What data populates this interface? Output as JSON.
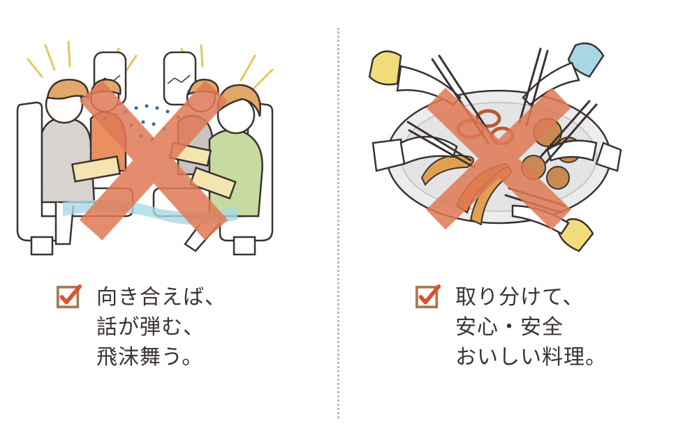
{
  "left_panel": {
    "caption_lines": [
      "向き合えば、",
      "話が弾む、",
      "飛沫舞う。"
    ],
    "checkbox_icon": "checked-box-icon",
    "illustration_icon": "people-eating-facing-on-train-crossed-out"
  },
  "right_panel": {
    "caption_lines": [
      "取り分けて、",
      "安心・安全",
      "おいしい料理。"
    ],
    "checkbox_icon": "checked-box-icon",
    "illustration_icon": "shared-platter-chopsticks-crossed-out"
  },
  "colors": {
    "cross": "#e07a55",
    "checkbox_border": "#a77a52",
    "checkmark": "#d8532c",
    "text": "#3a3230",
    "divider": "#b9b9b9",
    "accent_yellow": "#f2dc7a",
    "accent_blue": "#a9d8e3",
    "accent_green": "#c6dba0"
  }
}
